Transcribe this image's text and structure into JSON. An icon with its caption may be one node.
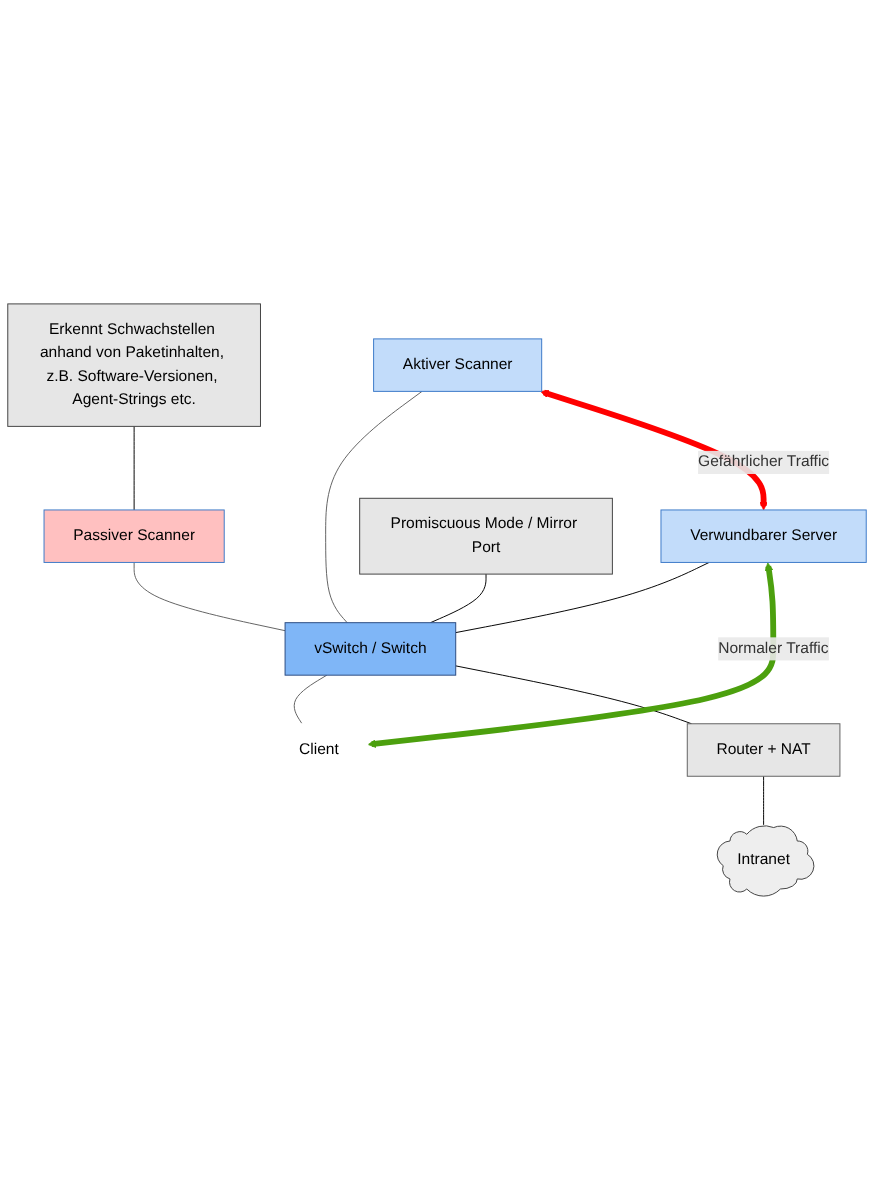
{
  "diagram": {
    "nodes": [
      {
        "text": [
          "Erkennt Schwachstellen anhand von Paketinhalten, z.B. Software-Versionen, Agent-Strings etc."
        ]
      },
      {
        "text": [
          "Aktiver Scanner"
        ]
      },
      {
        "text": [
          "Verwundbarer Server"
        ]
      },
      {
        "text": [
          "Passiver Scanner"
        ]
      },
      {
        "text": [
          "Promiscuous Mode / Mirror Port"
        ]
      },
      {
        "text": [
          "vSwitch / Switch"
        ]
      },
      {
        "text": [
          "Client"
        ]
      },
      {
        "text": [
          "Router + NAT"
        ]
      },
      {
        "text": [
          "Intranet"
        ]
      }
    ],
    "edges": [
      {
        "from": 0,
        "to": 3,
        "arrow": "none"
      },
      {
        "from": 1,
        "to": 5,
        "arrow": "none",
        "color": "#606060"
      },
      {
        "from": 2,
        "to": 5,
        "arrow": "none"
      },
      {
        "from": 3,
        "to": 5,
        "arrow": "none",
        "color": "#606060"
      },
      {
        "from": 4,
        "to": 5,
        "arrow": "none"
      },
      {
        "from": 5,
        "to": 6,
        "arrow": "none",
        "color": "#606060"
      },
      {
        "from": 5,
        "to": 7,
        "arrow": "none"
      },
      {
        "from": 7,
        "to": 8,
        "arrow": "none"
      },
      {
        "from": 1,
        "to": 2,
        "arrow": "both",
        "label": "Gefährlicher Traffic",
        "style": "thick",
        "color": "#ff0000"
      },
      {
        "from": 2,
        "to": 6,
        "arrow": "both",
        "label": "Normaler Traffic",
        "style": "thick",
        "color": "#4ca00e"
      }
    ]
  }
}
